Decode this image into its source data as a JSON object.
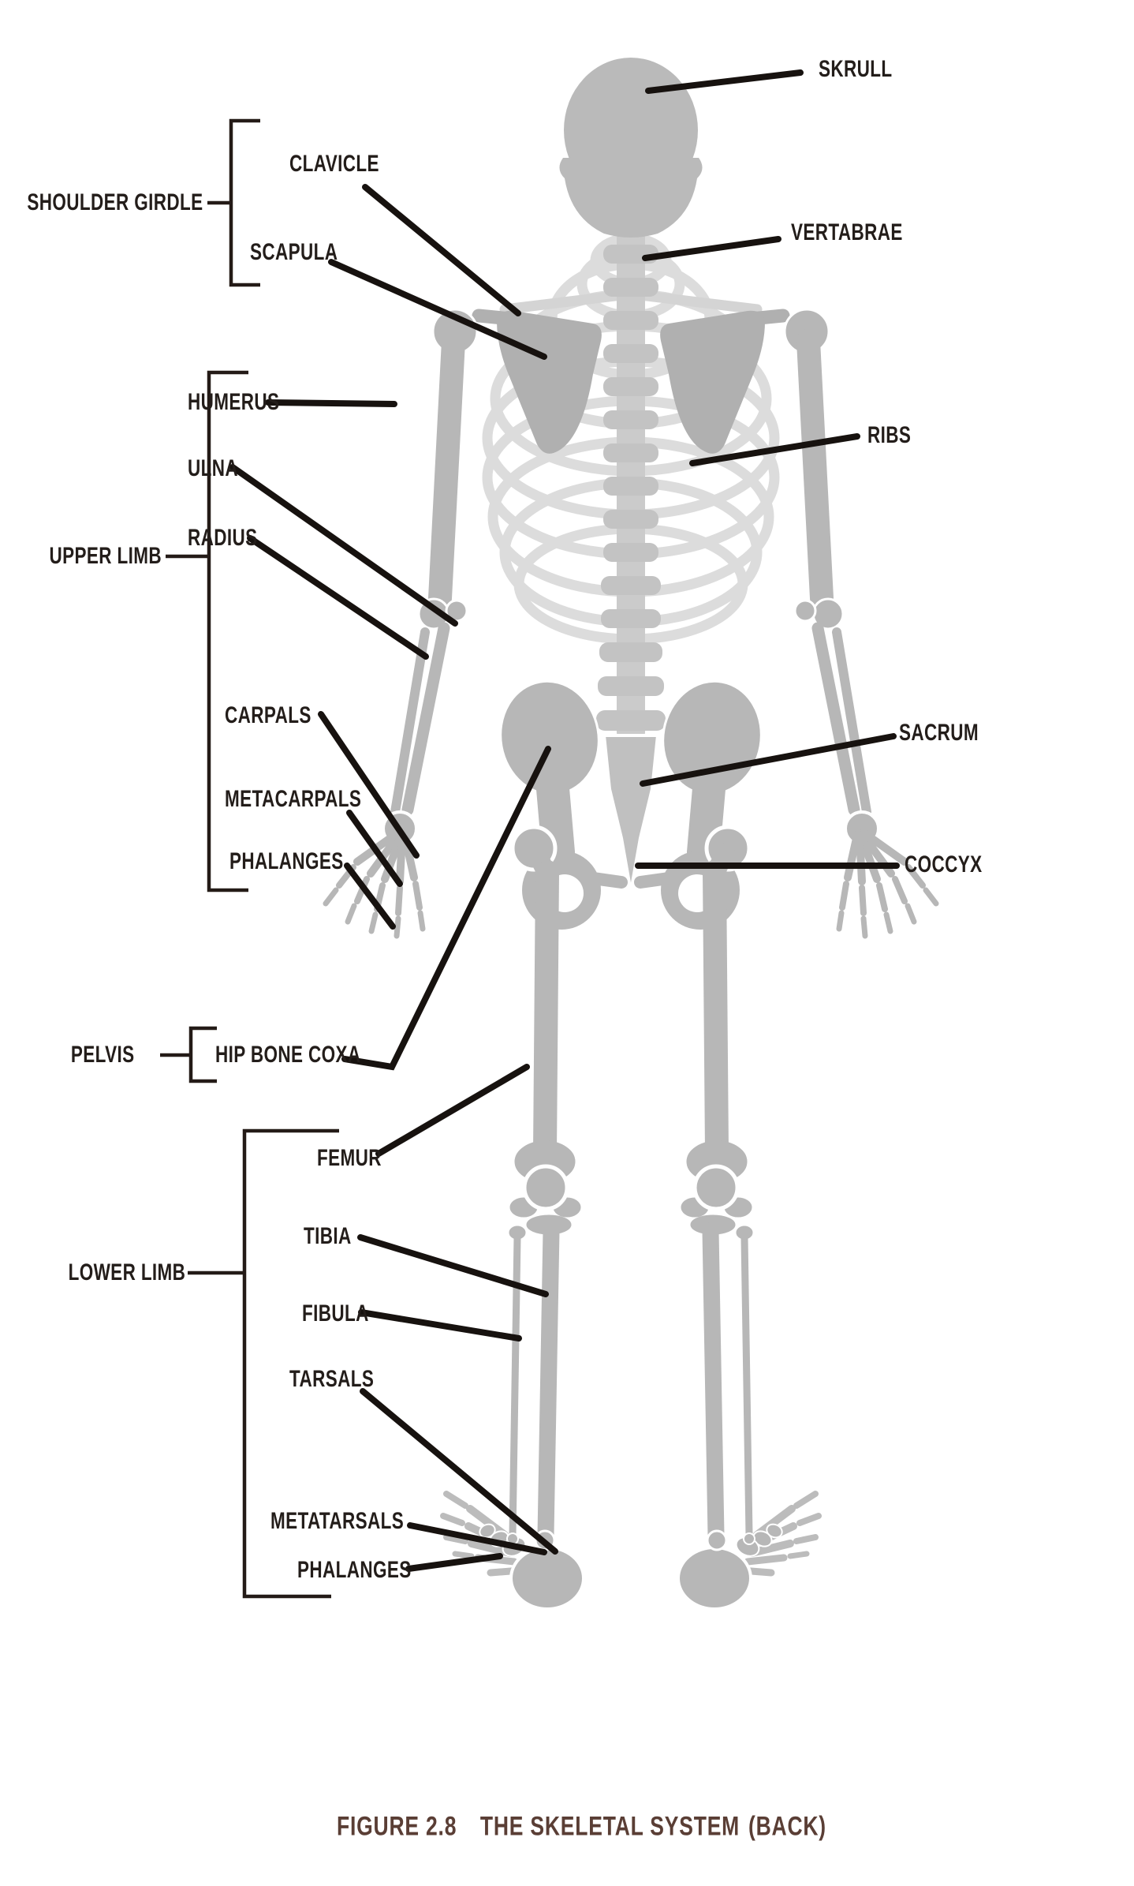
{
  "labels": {
    "skull": "SKRULL",
    "vertabrae": "VERTABRAE",
    "ribs": "RIBS",
    "sacrum": "SACRUM",
    "coccyx": "COCCYX",
    "clavicle": "CLAVICLE",
    "scapula": "SCAPULA",
    "humerus": "HUMERUS",
    "ulna": "ULNA",
    "radius": "RADIUS",
    "carpals": "CARPALS",
    "metacarpals": "METACARPALS",
    "phalanges_hand": "PHALANGES",
    "hip_bone_coxa": "HIP BONE COXA",
    "femur": "FEMUR",
    "tibia": "TIBIA",
    "fibula": "FIBULA",
    "tarsals": "TARSALS",
    "metatarsals": "METATARSALS",
    "phalanges_foot": "PHALANGES"
  },
  "groups": {
    "shoulder_girdle": "SHOULDER GIRDLE",
    "upper_limb": "UPPER LIMB",
    "pelvis": "PELVIS",
    "lower_limb": "LOWER LIMB"
  },
  "caption": {
    "figure_number": "FIGURE 2.8",
    "title": "THE SKELETAL SYSTEM",
    "view": "(BACK)"
  },
  "colors": {
    "bone": "#b7b7b7",
    "scapula": "#b0b0b0",
    "ribs": "#dcdcdc",
    "spine": "#cbcbcb",
    "vertebra_tab": "#c3c3c3",
    "leader_line": "#17120f",
    "bracket": "#241b17",
    "label_text": "#231d1a",
    "caption_text": "#5a3e35",
    "background": "#ffffff"
  }
}
